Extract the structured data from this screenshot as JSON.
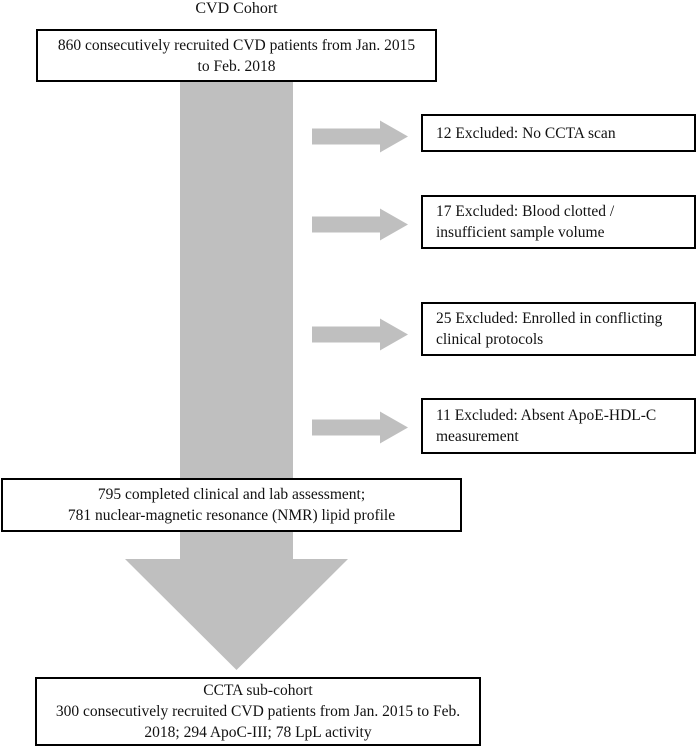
{
  "title": "CVD Cohort",
  "colors": {
    "arrow_gray": "#bfbfbf",
    "box_border": "#000000",
    "background": "#ffffff"
  },
  "boxes": {
    "recruited": {
      "lines": [
        "860 consecutively recruited CVD patients from Jan. 2015",
        "to Feb. 2018"
      ]
    },
    "assessment": {
      "lines": [
        "795 completed clinical and lab assessment;",
        "781 nuclear-magnetic resonance (NMR) lipid profile"
      ]
    },
    "subcohort": {
      "lines": [
        "CCTA sub-cohort",
        "300 consecutively recruited CVD patients from Jan. 2015 to Feb.",
        "2018; 294 ApoC-III; 78 LpL activity"
      ]
    }
  },
  "exclusions": [
    {
      "lines": [
        "12 Excluded: No CCTA scan"
      ]
    },
    {
      "lines": [
        "17 Excluded: Blood clotted /",
        "insufficient sample volume"
      ]
    },
    {
      "lines": [
        "25 Excluded: Enrolled in conflicting",
        "clinical protocols"
      ]
    },
    {
      "lines": [
        "11 Excluded: Absent ApoE-HDL-C",
        "measurement"
      ]
    }
  ]
}
